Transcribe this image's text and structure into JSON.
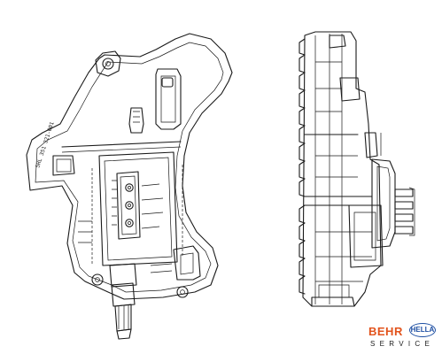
{
  "diagram": {
    "part_label": "5HL 351 321-001"
  },
  "brand": {
    "behr": "BEHR",
    "hella": "HELLA",
    "service": "SERVICE",
    "colors": {
      "behr": "#e2531c",
      "hella": "#1e4fa3"
    }
  }
}
